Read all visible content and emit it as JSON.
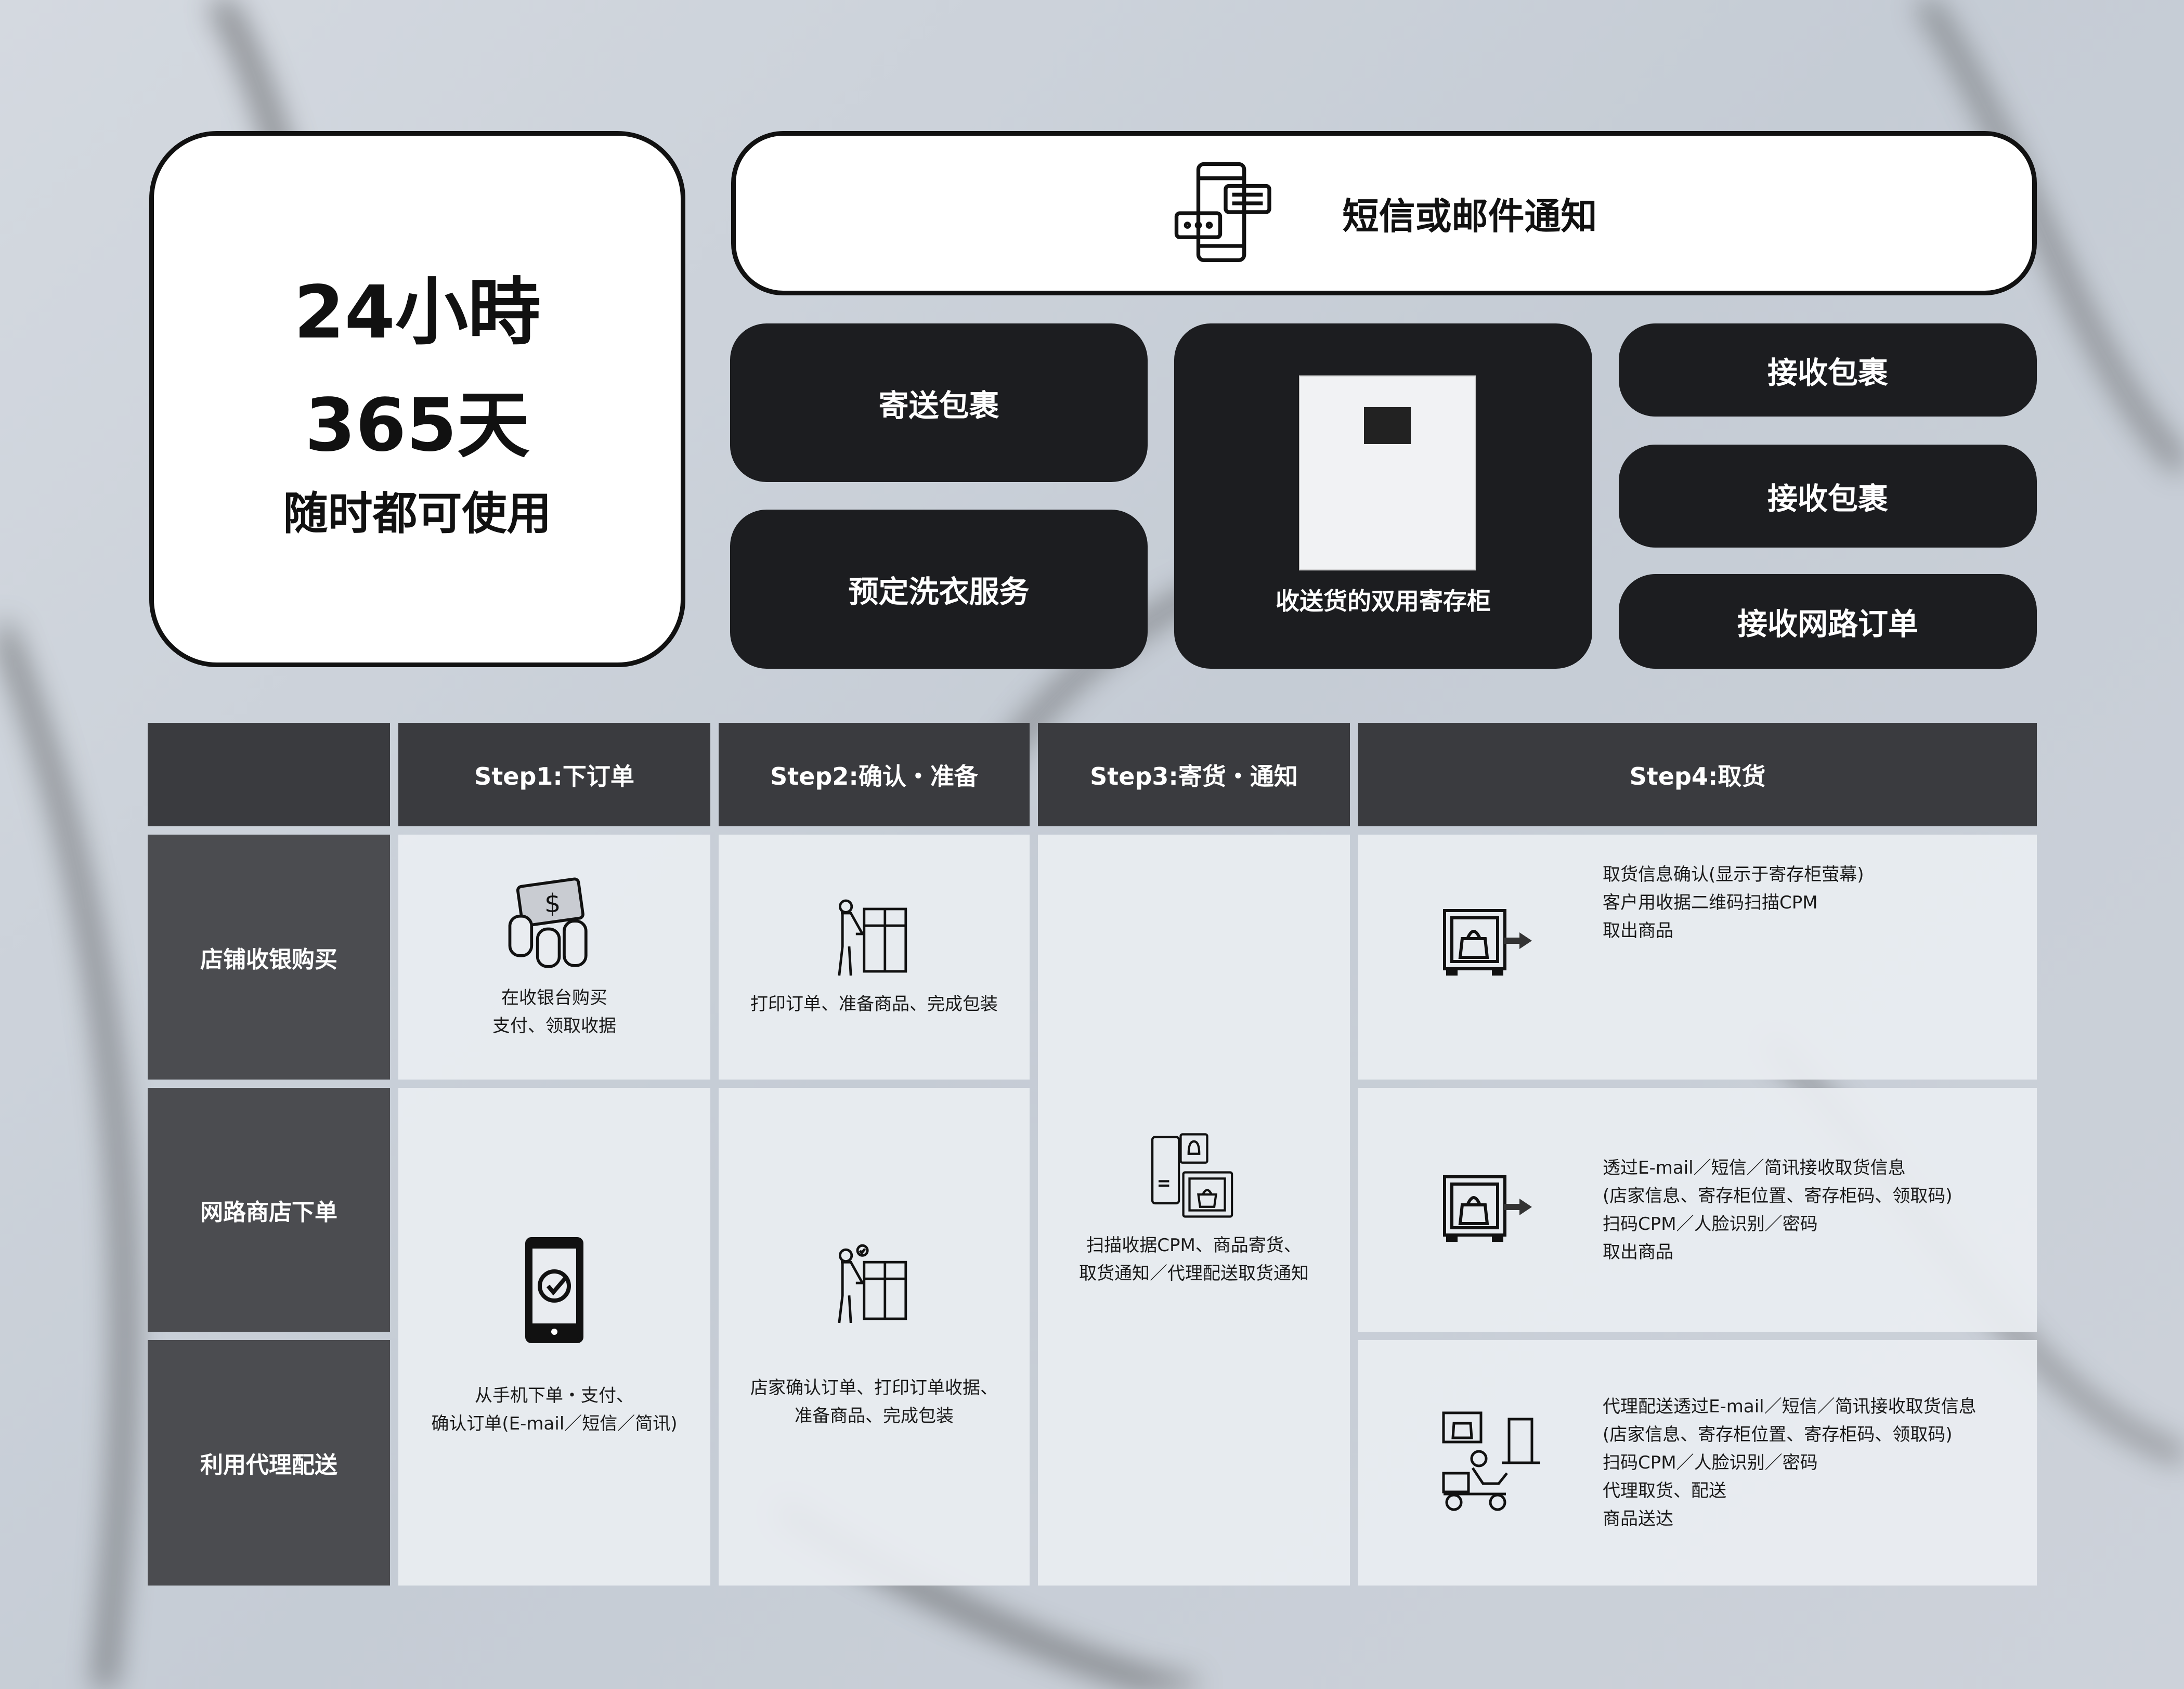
{
  "hero": {
    "line1": "24小時",
    "line2": "365天",
    "line3": "随时都可使用"
  },
  "notify": {
    "label": "短信或邮件通知",
    "icon": "phone-chat-icon"
  },
  "cards": {
    "send": "寄送包裹",
    "laundry": "预定洗衣服务",
    "locker": "收送货的双用寄存柜",
    "receive1": "接收包裹",
    "receive2": "接收包裹",
    "online": "接收网路订单"
  },
  "table": {
    "headers": [
      "",
      "Step1:下订单",
      "Step2:确认・准备",
      "Step3:寄货・通知",
      "Step4:取货"
    ],
    "rows": [
      "店铺收银购买",
      "网路商店下单",
      "利用代理配送"
    ],
    "step1": {
      "store": [
        "在收银台购买",
        "支付、领取收据"
      ],
      "online": [
        "从手机下单・支付、",
        "确认订单(E-mail／短信／简讯)"
      ]
    },
    "step2": {
      "store": [
        "打印订单、准备商品、完成包装"
      ],
      "online": [
        "店家确认订单、打印订单收据、",
        "准备商品、完成包装"
      ]
    },
    "step3": [
      "扫描收据CPM、商品寄货、",
      "取货通知／代理配送取货通知"
    ],
    "step4": {
      "store": [
        "取货信息确认(显示于寄存柜萤幕)",
        "客户用收据二维码扫描CPM",
        "取出商品"
      ],
      "online": [
        "透过E-mail／短信／简讯接收取货信息",
        "(店家信息、寄存柜位置、寄存柜码、领取码)",
        "扫码CPM／人脸识别／密码",
        "取出商品"
      ],
      "proxy": [
        "代理配送透过E-mail／短信／简讯接收取货信息",
        "(店家信息、寄存柜位置、寄存柜码、领取码)",
        "扫码CPM／人脸识别／密码",
        "代理取货、配送",
        "商品送达"
      ]
    }
  }
}
